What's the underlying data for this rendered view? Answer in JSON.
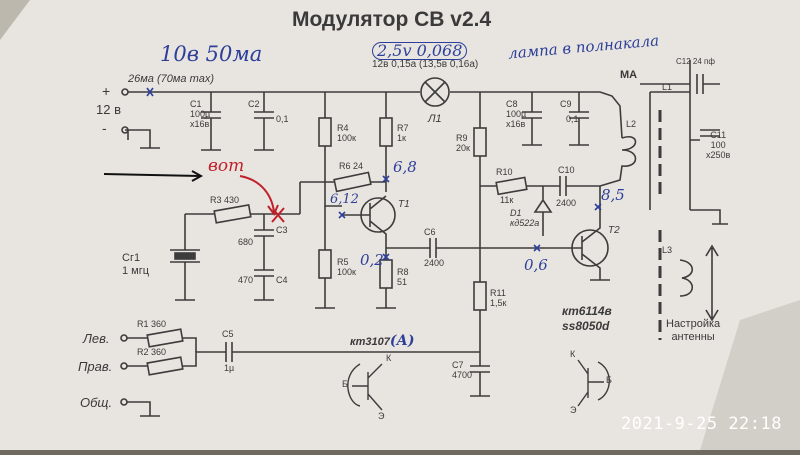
{
  "photo": {
    "title": "Модулятор СВ  v2.4",
    "timestamp": "2021-9-25  22:18",
    "handwritten": {
      "supply_note": "10в  50ма",
      "lamp_values": "2,5v  0,068",
      "lamp_note": "лампа в полнакала",
      "arrow_note": "вот",
      "v_c3": "6,12",
      "v_r7": "6,8",
      "v_r8": "0,2",
      "v_base_t2": "0,6",
      "v_collector_t2": "8,5",
      "t1_suffix": "(А)"
    },
    "supply": {
      "voltage": "12 в",
      "current": "26ма (70ма max)",
      "plus": "+",
      "minus": "-"
    },
    "lamp": {
      "spec": "12в 0,15а (13,5в 0,16а)",
      "ref": "Л1"
    },
    "components": {
      "c1": "C1",
      "c1_val": "100µ",
      "c1_v": "x16в",
      "c2": "C2",
      "c2_val": "0,1",
      "r4": "R4",
      "r4_val": "100к",
      "r7": "R7",
      "r7_val": "1к",
      "r6": "R6",
      "r6_val": "24",
      "r3": "R3",
      "r3_val": "430",
      "c3": "C3",
      "c3_val": "680",
      "c4": "C4",
      "c4_val": "470",
      "r5": "R5",
      "r5_val": "100к",
      "r8": "R8",
      "r8_val": "51",
      "t1": "T1",
      "c6": "C6",
      "c6_val": "2400",
      "r9": "R9",
      "r9_val": "20к",
      "c8": "C8",
      "c8_val": "100µ",
      "c8_v": "x16в",
      "c9": "C9",
      "c9_val": "0,1",
      "r10": "R10",
      "r10_val": "11к",
      "c10": "C10",
      "c10_val": "2400",
      "d1": "D1",
      "d1_val": "кд522а",
      "t2": "T2",
      "r11": "R11",
      "r11_val": "1,5к",
      "c7": "C7",
      "c7_val": "4700",
      "c5": "C5",
      "c5_val": "1µ",
      "r1": "R1",
      "r1_val": "360",
      "r2": "R2",
      "r2_val": "360",
      "sg1": "Сг1",
      "sg1_val": "1 мгц",
      "t1_part": "кт3107",
      "t2_part_a": "кт6114в",
      "t2_part_b": "ss8050d",
      "ma": "МА",
      "l1": "L1",
      "l2": "L2",
      "l3": "L3",
      "c11": "C11",
      "c11_val": "100",
      "c11_v": "x250в",
      "c12": "C12",
      "c12_val": "24 пф",
      "tune_a": "Настройка",
      "tune_b": "антенны"
    },
    "inputs": {
      "left": "Лев.",
      "right": "Прав.",
      "common": "Общ."
    },
    "pinout": {
      "b": "Б",
      "k": "К",
      "e": "Э"
    },
    "colors": {
      "paper": "#e9e6e1",
      "ink": "#3a3a3a",
      "pen_blue": "#2d3f9a",
      "pen_red": "#c0202a"
    }
  }
}
